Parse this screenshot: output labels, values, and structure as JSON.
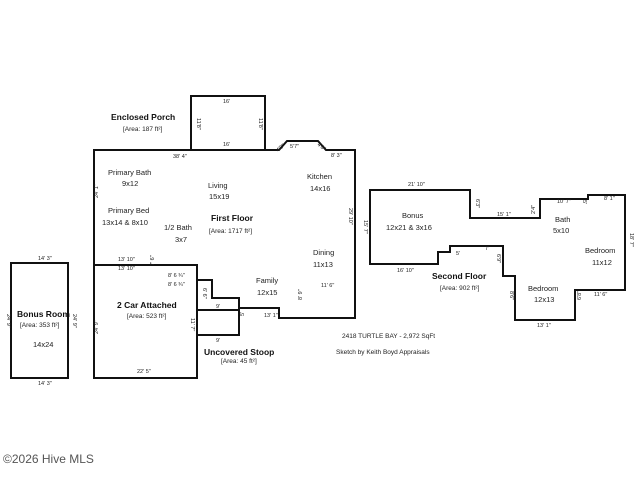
{
  "plan": {
    "sections": {
      "porch": {
        "title": "Enclosed Porch",
        "area": "[Area: 187 ft²]"
      },
      "first_floor": {
        "title": "First Floor",
        "area": "[Area: 1717 ft²]"
      },
      "second_floor": {
        "title": "Second Floor",
        "area": "[Area: 902 ft²]"
      },
      "garage": {
        "title": "2 Car Attached",
        "area": "[Area: 523 ft²]"
      },
      "stoop": {
        "title": "Uncovered Stoop",
        "area": "[Area: 45 ft²]"
      },
      "bonus_room": {
        "title": "Bonus Room",
        "area": "[Area: 353 ft²]",
        "size": "14x24"
      }
    },
    "rooms": {
      "primary_bath": {
        "name": "Primary Bath",
        "size": "9x12"
      },
      "living": {
        "name": "Living",
        "size": "15x19"
      },
      "kitchen": {
        "name": "Kitchen",
        "size": "14x16"
      },
      "primary_bed": {
        "name": "Primary Bed",
        "size": "13x14 & 8x10"
      },
      "half_bath": {
        "name": "1/2 Bath",
        "size": "3x7"
      },
      "dining": {
        "name": "Dining",
        "size": "11x13"
      },
      "family": {
        "name": "Family",
        "size": "12x15"
      },
      "bonus": {
        "name": "Bonus",
        "size": "12x21 & 3x16"
      },
      "bath": {
        "name": "Bath",
        "size": "5x10"
      },
      "bedroom1": {
        "name": "Bedroom",
        "size": "11x12"
      },
      "bedroom2": {
        "name": "Bedroom",
        "size": "12x13"
      }
    },
    "dims": {
      "porch_top": "16'",
      "porch_bottom": "16'",
      "porch_left": "11'8\"",
      "porch_right": "11'8\"",
      "ff_top": "38' 4\"",
      "ff_notch1": "5'7\"",
      "ff_notch2": "4'8\"",
      "ff_notch3": "4'8\"",
      "ff_notch_right": "8' 3\"",
      "ff_left": "24' 1\"",
      "ff_right": "29' 10\"",
      "ff_mid1": "13' 10\"",
      "ff_mid2": "13' 10\"",
      "ff_step1": "7' 6\"",
      "ff_step2": "8' 6 ¾\"",
      "ff_step3": "8' 6 ¾\"",
      "ff_step4": "6' 6\"",
      "ff_bottom_right": "11' 6\"",
      "ff_bottom": "13' 1\"",
      "ff_right_low": "8' 9\"",
      "garage_left": "24' 9\"",
      "garage_bottom": "22' 5\"",
      "garage_right": "11' 7\"",
      "stoop_top": "9'",
      "stoop_bottom": "9'",
      "stoop_side": "5'",
      "sf_top": "21' 10\"",
      "sf_left": "15' 7\"",
      "sf_bottom": "16' 10\"",
      "sf_a": "5'",
      "sf_b": "7'",
      "sf_c": "6'3\"",
      "sf_d": "15' 1\"",
      "sf_e": "2'4\"",
      "sf_f": "10' 7\"",
      "sf_g": "8' 1\"",
      "sf_h": "5'",
      "sf_right": "18' 7\"",
      "sf_i": "6'9\"",
      "sf_j": "11' 6\"",
      "sf_k": "6'8\"",
      "sf_l": "13' 1\"",
      "sf_m": "8'6\"",
      "br_top": "14' 3\"",
      "br_bottom": "14' 3\"",
      "br_left": "24' 9\"",
      "br_right": "24' 9\""
    },
    "info_address": "2418 TURTLE BAY - 2,972 SqFt",
    "info_credit": "Sketch by Keith Boyd Appraisals",
    "watermark": "©2026 Hive MLS"
  }
}
